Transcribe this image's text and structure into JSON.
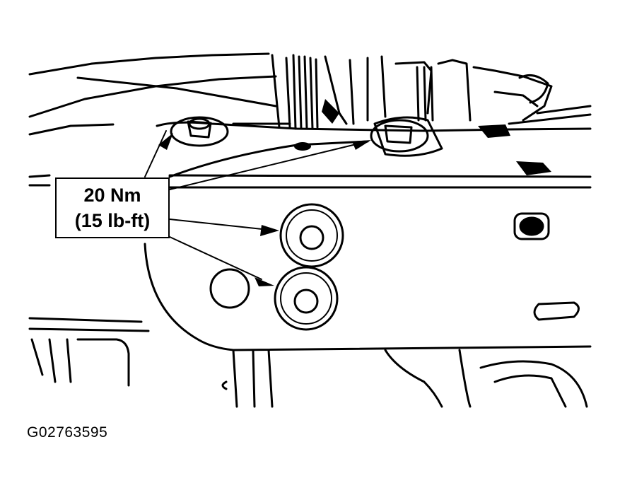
{
  "callout": {
    "torque_metric": "20 Nm",
    "torque_imperial": "(15 lb-ft)"
  },
  "figure_id": "G02763595"
}
